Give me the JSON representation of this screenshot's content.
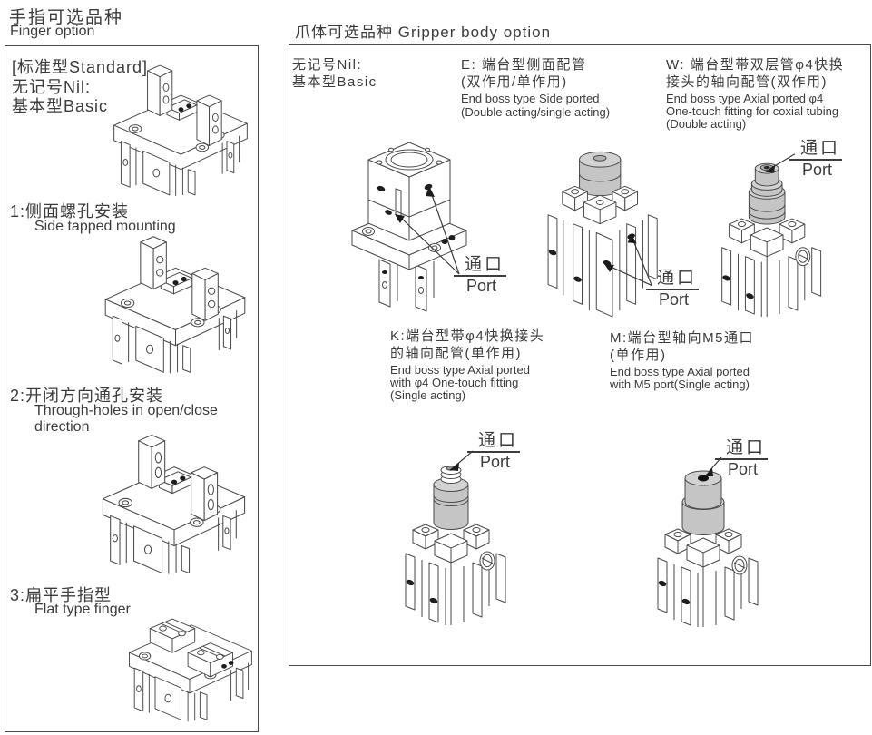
{
  "finger": {
    "title_cn": "手指可选品种",
    "title_en": "Finger option",
    "standard": {
      "l1": "[标准型Standard]",
      "l2": "无记号Nil:",
      "l3": "基本型Basic"
    },
    "opt1": {
      "cn": "1:侧面螺孔安装",
      "en": "Side tapped mounting"
    },
    "opt2": {
      "cn": "2:开闭方向通孔安装",
      "en1": "Through-holes in open/close",
      "en2": "direction"
    },
    "opt3": {
      "cn": "3:扁平手指型",
      "en": "Flat type finger"
    }
  },
  "gripper": {
    "title": "爪体可选品种 Gripper body option",
    "nil": {
      "l1": "无记号Nil:",
      "l2": "基本型Basic"
    },
    "optE": {
      "cn1": "E: 端台型侧面配管",
      "cn2": "(双作用/单作用)",
      "en1": "End boss type Side ported",
      "en2": "(Double acting/single acting)"
    },
    "optW": {
      "cn1": "W: 端台型带双层管φ4快换",
      "cn2": "接头的轴向配管(双作用)",
      "en1": "End boss type Axial ported φ4",
      "en2": "One-touch fitting for coxial tubing",
      "en3": "(Double acting)"
    },
    "optK": {
      "cn1": "K:端台型带φ4快换接头",
      "cn2": "的轴向配管(单作用)",
      "en1": "End boss type Axial ported",
      "en2": "with φ4 One-touch fitting",
      "en3": "(Single acting)"
    },
    "optM": {
      "cn1": "M:端台型轴向M5通口",
      "cn2": "(单作用)",
      "en1": "End boss type Axial ported",
      "en2": "with M5 port(Single acting)"
    },
    "port": {
      "cn": "通口",
      "en": "Port"
    }
  },
  "colors": {
    "text": "#3c3c3c",
    "line": "#4a4a4a",
    "cylinder_gray": "#c9c9c9",
    "background": "#ffffff"
  }
}
